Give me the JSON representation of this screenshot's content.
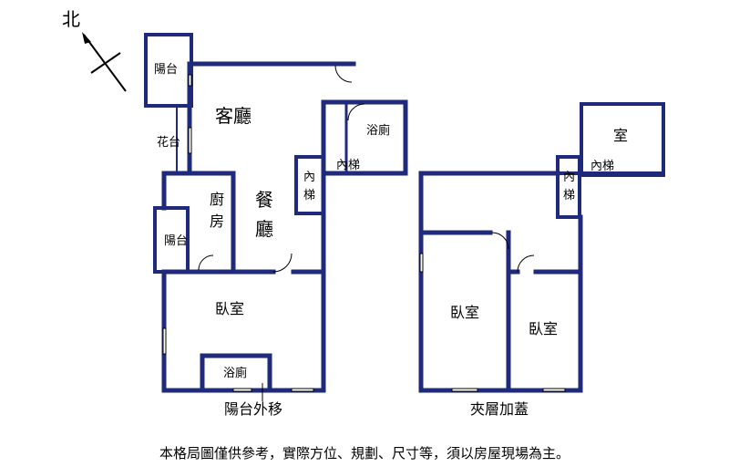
{
  "north": {
    "label": "北"
  },
  "rooms": {
    "balcony_top": "陽台",
    "flower_bed": "花台",
    "living_room": "客廳",
    "kitchen_1": "廚",
    "kitchen_2": "房",
    "dining_1": "餐",
    "dining_2": "廳",
    "bath_upper": "浴廁",
    "stair_h_left": "內梯",
    "stair_v_left_1": "內",
    "stair_v_left_2": "梯",
    "balcony_mid": "陽台",
    "bedroom_left": "臥室",
    "bath_lower": "浴廁",
    "room_right": "室",
    "stair_h_right": "內梯",
    "stair_v_right_1": "內",
    "stair_v_right_2": "梯",
    "bedroom_right_a": "臥室",
    "bedroom_right_b": "臥室"
  },
  "captions": {
    "left_plan": "陽台外移",
    "right_plan": "夾層加蓋"
  },
  "disclaimer": "本格局圖僅供參考，實際方位、規劃、尺寸等，須以房屋現場為主。",
  "colors": {
    "wall": "#1f2a7a"
  }
}
